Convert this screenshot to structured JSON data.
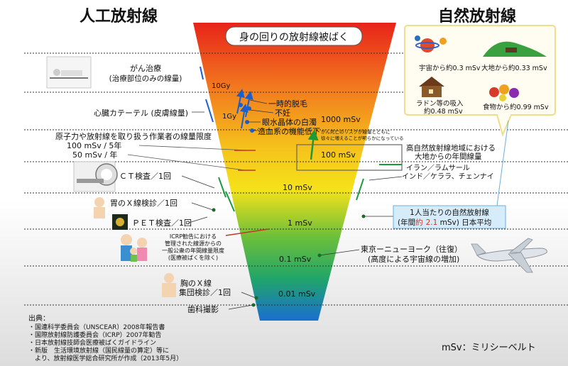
{
  "titles": {
    "left": "人工放射線",
    "right": "自然放射線",
    "center": "身の回りの放射線被ばく"
  },
  "scale": {
    "ticks": [
      {
        "label": "1000 mSv"
      },
      {
        "label": "100 mSv"
      },
      {
        "label": "10 mSv"
      },
      {
        "label": "1 mSv"
      },
      {
        "label": "0.1 mSv"
      },
      {
        "label": "0.01 mSv"
      }
    ],
    "gy": [
      {
        "label": "10Gy"
      },
      {
        "label": "1Gy"
      }
    ]
  },
  "effects": {
    "items": [
      "一時的脱毛",
      "不妊",
      "眼水晶体の白濁",
      "造血系の機能低下"
    ],
    "cancer_note_line1": "がん死亡のリスクが線量とともに",
    "cancer_note_line2": "徐々に増えることが明らかになっている"
  },
  "artificial": {
    "cancer": {
      "label": "がん治療",
      "sub": "(治療部位のみの線量)"
    },
    "catheter": {
      "label": "心臓カテーテル (皮膚線量)"
    },
    "worker": {
      "label": "原子力や放射線を取り扱う作業者の線量限度",
      "limit1": "100 mSv / 5年",
      "limit2": "50 mSv / 年"
    },
    "ct": {
      "label": "ＣＴ検査／1回"
    },
    "stomach": {
      "label": "胃のＸ線検診／1回"
    },
    "pet": {
      "label": "ＰＥＴ検査／1回"
    },
    "icrp": [
      "ICRP勧告における",
      "管理された線源からの",
      "一般公衆の年間線量限度",
      "(医療被ばくを除く)"
    ],
    "chest": {
      "label": "胸のＸ線",
      "sub": "集団検診／1回"
    },
    "dental": {
      "label": "歯科撮影"
    }
  },
  "natural": {
    "high_area": {
      "label": "高自然放射線地域における",
      "sub": "大地からの年間線量"
    },
    "places": {
      "line1": "イラン／ラムサール",
      "line2": "インド／ケララ、チェンナイ"
    },
    "flight": {
      "label": "東京ーニューヨーク（往復）",
      "sub": "(高度による宇宙線の増加)"
    },
    "box": {
      "cosmic": "宇宙から約0.3 mSv",
      "ground": "大地から約0.33 mSv",
      "radon1": "ラドン等の吸入",
      "radon2": "約0.48 mSv",
      "food": "食物から約0.99 mSv"
    }
  },
  "callout": {
    "line1": "1人当たりの自然放射線",
    "line2_prefix": "(年間",
    "line2_kanji": "約",
    "line2_value": "2.1",
    "line2_suffix": " mSv) 日本平均"
  },
  "sources": {
    "title": "出典：",
    "lines": [
      "・国連科学委員会（UNSCEAR）2008年報告書",
      "・国際放射線防護委員会（ICRP）2007年勧告",
      "・日本放射線技師会医療被ばくガイドライン",
      "・新版　生活環境放射線（国民線量の算定）等に",
      "　より、放射線医学総合研究所が作成（2013年5月）"
    ]
  },
  "unit_note": "mSv：ミリシーベルト",
  "colors": {
    "funnel_top": "#e8231a",
    "funnel_orange": "#f5941d",
    "funnel_yellow": "#f5e21a",
    "funnel_green": "#21a54a",
    "funnel_blue": "#1a6fd0",
    "callout_fill": "#d6ecfa",
    "callout_text": "#0a4fa0",
    "box_border": "#f1dc8c",
    "box_fill": "#fffdf2"
  }
}
